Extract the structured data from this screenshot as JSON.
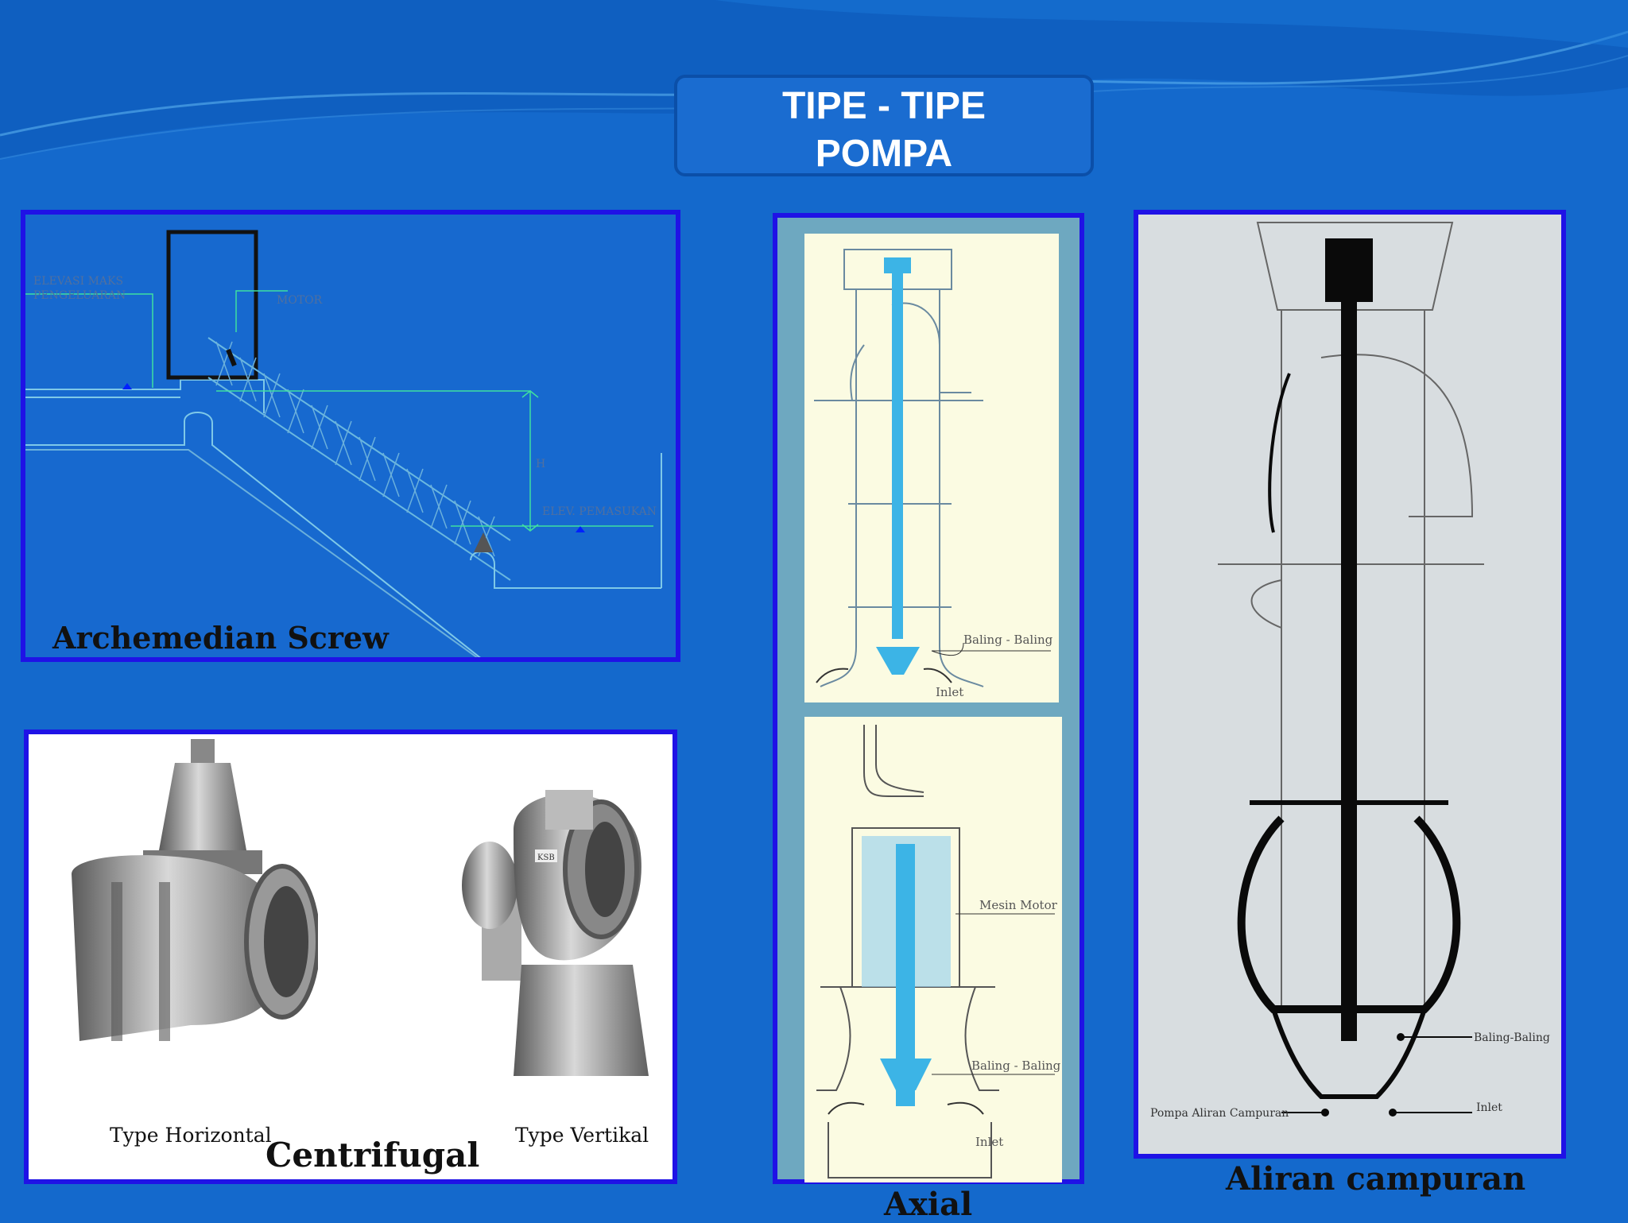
{
  "title": {
    "line1": "TIPE - TIPE",
    "line2": "POMPA"
  },
  "archimedean": {
    "caption": "Archemedian Screw",
    "label_elevasi_1": "ELEVASI MAKS",
    "label_elevasi_2": "PENGELUARAN",
    "label_motor": "MOTOR",
    "label_h": "H",
    "label_pemasukan": "ELEV. PEMASUKAN"
  },
  "centrifugal": {
    "caption": "Centrifugal",
    "label_horizontal": "Type Horizontal",
    "label_vertikal": "Type Vertikal",
    "badge": "KSB"
  },
  "axial": {
    "caption": "Axial",
    "top_baling": "Baling - Baling",
    "top_inlet": "Inlet",
    "bottom_motor": "Mesin Motor",
    "bottom_baling": "Baling - Baling",
    "bottom_inlet": "Inlet"
  },
  "mixed": {
    "caption": "Aliran campuran",
    "label_baling": "Baling-Baling",
    "label_pompa": "Pompa Aliran Campuran",
    "label_inlet": "Inlet"
  },
  "colors": {
    "background": "#1469cc",
    "panel_border": "#1f12e6",
    "title_text": "#ffffff"
  }
}
